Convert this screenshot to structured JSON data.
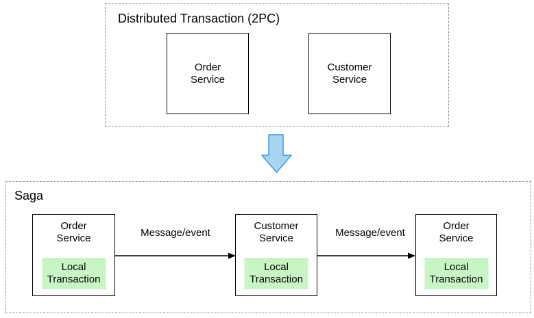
{
  "colors": {
    "green_fill": "#c7f5c3",
    "arrow_fill": "#a8d6f2",
    "arrow_stroke": "#3399dd",
    "dashed_border": "#8f8f8f",
    "box_border": "#000000"
  },
  "two_pc": {
    "title": "Distributed Transaction (2PC)",
    "services": [
      {
        "label": "Order\nService"
      },
      {
        "label": "Customer\nService"
      }
    ]
  },
  "saga": {
    "title": "Saga",
    "steps": [
      {
        "service": "Order\nService",
        "local_transaction": "Local\nTransaction"
      },
      {
        "service": "Customer\nService",
        "local_transaction": "Local\nTransaction"
      },
      {
        "service": "Order\nService",
        "local_transaction": "Local\nTransaction"
      }
    ],
    "messages": [
      {
        "label": "Message/event"
      },
      {
        "label": "Message/event"
      }
    ]
  }
}
